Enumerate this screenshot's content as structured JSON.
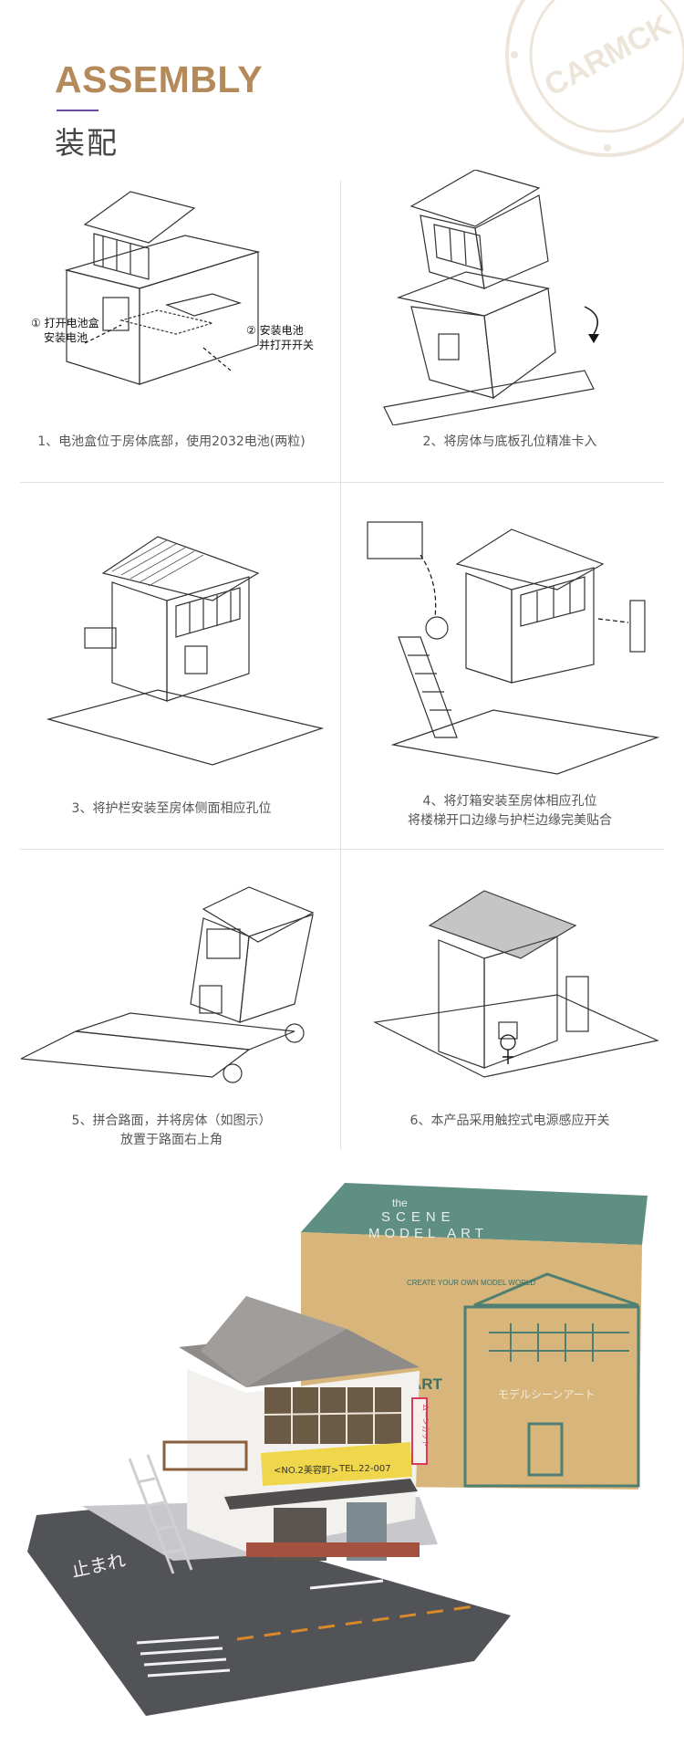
{
  "header": {
    "title_en": "ASSEMBLY",
    "title_cn": "装配",
    "stamp_text": "CARMCK"
  },
  "steps": [
    {
      "caption_line1": "1、电池盒位于房体底部，使用2032电池(两粒)",
      "caption_line2": "",
      "callout_a_line1": "① 打开电池盒",
      "callout_a_line2": "安装电池",
      "callout_b_line1": "② 安装电池",
      "callout_b_line2": "并打开开关"
    },
    {
      "caption_line1": "2、将房体与底板孔位精准卡入",
      "caption_line2": ""
    },
    {
      "caption_line1": "3、将护栏安装至房体侧面相应孔位",
      "caption_line2": ""
    },
    {
      "caption_line1": "4、将灯箱安装至房体相应孔位",
      "caption_line2": "将楼梯开口边缘与护栏边缘完美贴合"
    },
    {
      "caption_line1": "5、拼合路面，并将房体（如图示）",
      "caption_line2": "放置于路面右上角"
    },
    {
      "caption_line1": "6、本产品采用触控式电源感应开关",
      "caption_line2": ""
    }
  ],
  "product_photo": {
    "box_brand_small": "the",
    "box_brand_line1": "SCENE",
    "box_brand_line2": "MODEL ART",
    "box_tagline": "CREATE YOUR OWN MODEL WORLD",
    "box_side_text": "ART",
    "box_jp_text": "モデルシーンアート",
    "sign_text": "<NO.2美容町>",
    "sign_tel": "TEL.22-007",
    "vertical_sign": "ムーンカット",
    "road_mark": "止まれ"
  }
}
